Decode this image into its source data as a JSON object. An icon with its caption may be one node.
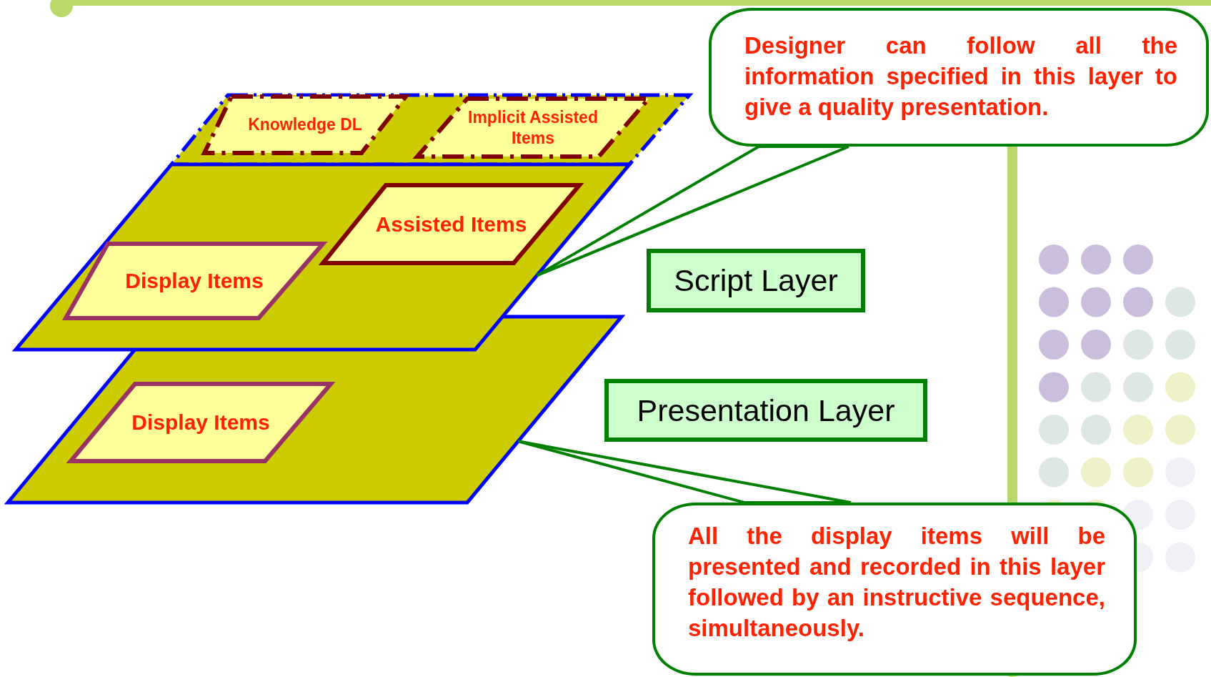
{
  "diagram": {
    "nodes": [
      {
        "text": [],
        "shape": "parallelogram"
      },
      {
        "text": [
          "Knowledge DL"
        ],
        "in": 0
      },
      {
        "text": [
          "Implicit Assisted Items"
        ],
        "in": 0
      },
      {
        "text": [],
        "shape": "parallelogram"
      },
      {
        "text": [
          "Assisted Items"
        ],
        "in": 3
      },
      {
        "text": [
          "Display Items"
        ],
        "in": 3
      },
      {
        "text": [],
        "shape": "parallelogram"
      },
      {
        "text": [
          "Display Items"
        ],
        "in": 6
      },
      {
        "text": [
          "Script Layer"
        ]
      },
      {
        "text": [
          "Presentation Layer"
        ]
      },
      {
        "text": [
          "Designer can follow all the information specified in this layer to give a quality presentation."
        ]
      },
      {
        "text": [
          "All the display items will be presented and recorded in this layer followed by an instructive sequence, simultaneously."
        ]
      }
    ],
    "edges": [
      {
        "from": 10,
        "to": 3,
        "arrow": "none"
      },
      {
        "from": 11,
        "to": 6,
        "arrow": "none"
      }
    ]
  }
}
